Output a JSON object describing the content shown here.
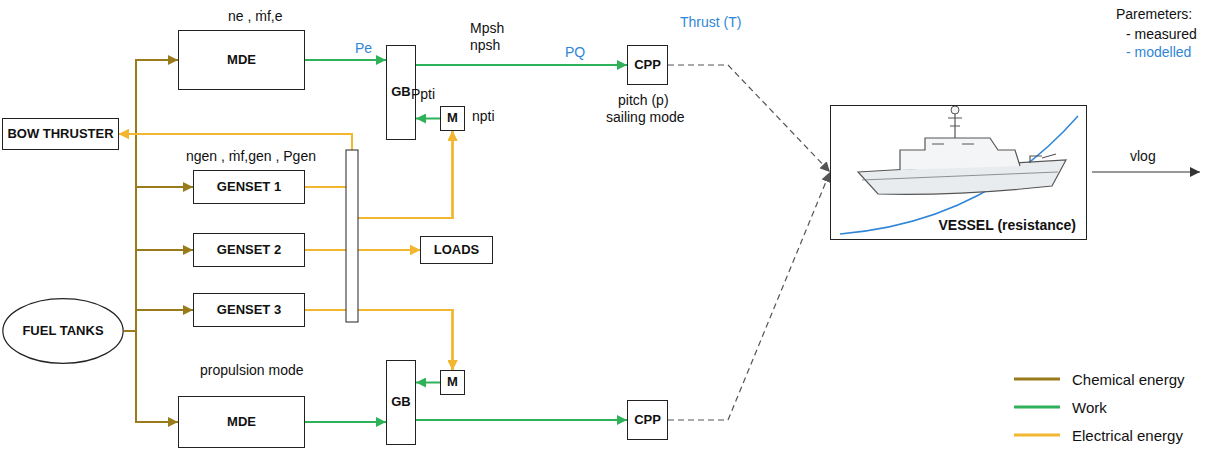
{
  "diagram": {
    "nodes": [
      {
        "text": [
          "MDE"
        ]
      },
      {
        "text": [
          "GB"
        ]
      },
      {
        "text": [
          "M"
        ]
      },
      {
        "text": [
          "CPP"
        ]
      },
      {
        "text": [
          "BOW THRUSTER"
        ]
      },
      {
        "text": [
          "GENSET 1"
        ]
      },
      {
        "text": [
          "GENSET 2"
        ]
      },
      {
        "text": [
          "GENSET 3"
        ]
      },
      {
        "text": [
          "LOADS"
        ]
      },
      {
        "text": [
          "FUEL TANKS"
        ]
      },
      {
        "text": [
          "M"
        ]
      },
      {
        "text": [
          "GB"
        ]
      },
      {
        "text": [
          "MDE"
        ]
      },
      {
        "text": [
          "CPP"
        ]
      },
      {
        "text": [
          "VESSEL (resistance)"
        ]
      }
    ],
    "edges": [
      {
        "from": 9,
        "to": 0,
        "arrow": "to"
      },
      {
        "from": 9,
        "to": 5,
        "arrow": "to"
      },
      {
        "from": 9,
        "to": 6,
        "arrow": "to"
      },
      {
        "from": 9,
        "to": 7,
        "arrow": "to"
      },
      {
        "from": 9,
        "to": 12,
        "arrow": "to"
      },
      {
        "from": 0,
        "to": 1,
        "arrow": "to"
      },
      {
        "from": 2,
        "to": 1,
        "arrow": "to"
      },
      {
        "from": 1,
        "to": 3,
        "arrow": "to"
      },
      {
        "from": 10,
        "to": 11,
        "arrow": "to"
      },
      {
        "from": 12,
        "to": 11,
        "arrow": "to"
      },
      {
        "from": 11,
        "to": 13,
        "arrow": "to"
      },
      {
        "from": 3,
        "to": 14,
        "arrow": "to"
      },
      {
        "from": 13,
        "to": 14,
        "arrow": "to"
      },
      {
        "from": 5,
        "to": 4,
        "arrow": "to"
      },
      {
        "from": 5,
        "to": 2,
        "arrow": "to"
      },
      {
        "from": 5,
        "to": 8,
        "arrow": "to"
      },
      {
        "from": 5,
        "to": 10,
        "arrow": "to"
      },
      {
        "from": 6,
        "to": 4,
        "arrow": "to"
      },
      {
        "from": 6,
        "to": 2,
        "arrow": "to"
      },
      {
        "from": 6,
        "to": 8,
        "arrow": "to"
      },
      {
        "from": 6,
        "to": 10,
        "arrow": "to"
      },
      {
        "from": 7,
        "to": 4,
        "arrow": "to"
      },
      {
        "from": 7,
        "to": 2,
        "arrow": "to"
      },
      {
        "from": 7,
        "to": 8,
        "arrow": "to"
      },
      {
        "from": 7,
        "to": 10,
        "arrow": "to"
      }
    ],
    "labels": [
      "ne , ṁf,e",
      "Pe",
      "Mpsh",
      "npsh",
      "PQ",
      "Thrust (T)",
      "Ppti",
      "npti",
      "pitch (p)",
      "sailing mode",
      "ngen , ṁf,gen , Pgen",
      "propulsion mode",
      "vlog",
      "Paremeters:",
      "- measured",
      "- modelled"
    ],
    "legend": [
      {
        "text": "Chemical energy",
        "color": "#9a7b1c"
      },
      {
        "text": "Work",
        "color": "#2fb15a"
      },
      {
        "text": "Electrical energy",
        "color": "#f2b630"
      }
    ]
  }
}
